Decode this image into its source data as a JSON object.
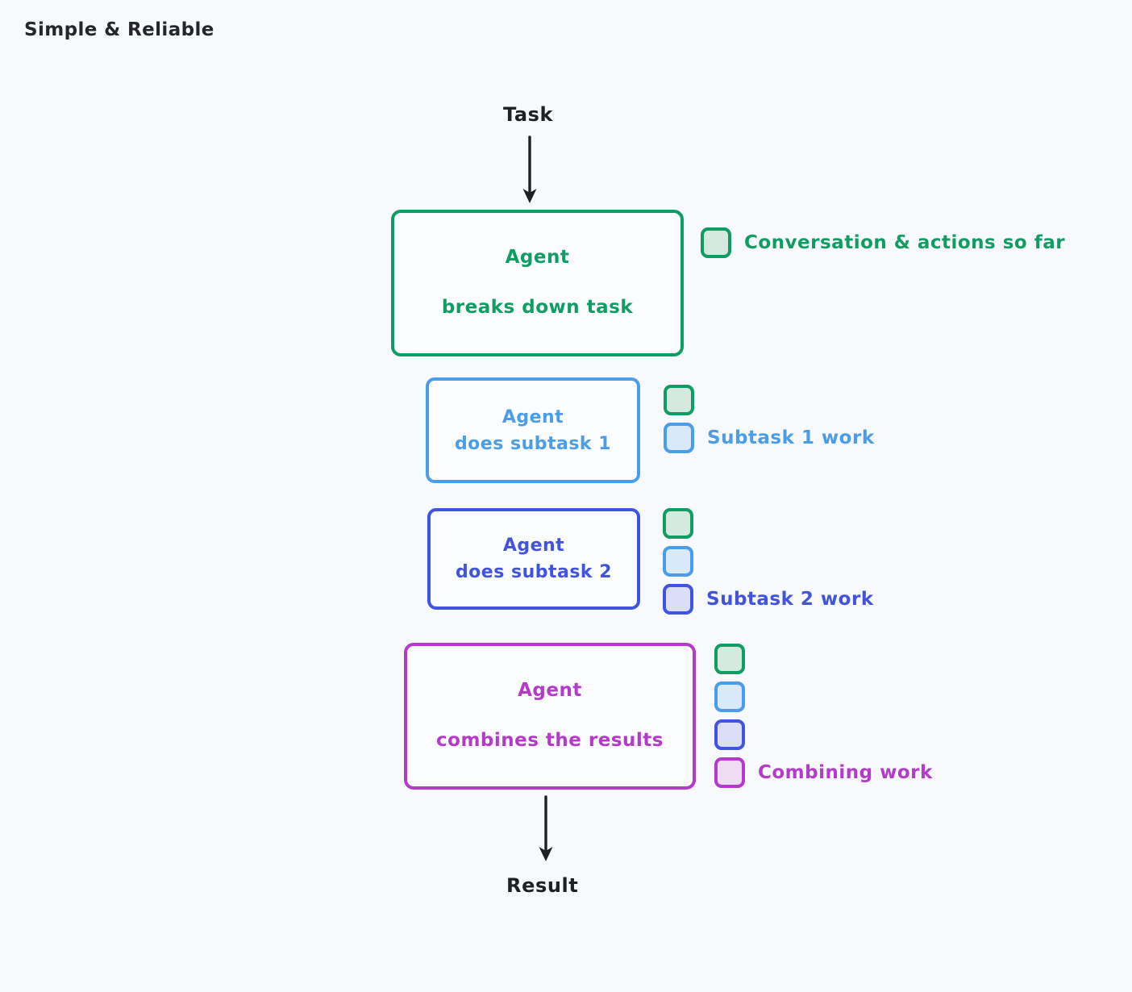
{
  "title": "Simple & Reliable",
  "colors": {
    "background": "#f8f9fc",
    "text": "#1f2023",
    "green": "#0f9d63",
    "green_fill": "#d6e9de",
    "blue": "#4a9de8",
    "blue_fill": "#d9e8fa",
    "indigo": "#4154e0",
    "indigo_fill": "#dbdef6",
    "purple": "#b43aca",
    "purple_fill": "#efdcf3",
    "arrow": "#1f2023"
  },
  "flow": {
    "input_label": "Task",
    "output_label": "Result"
  },
  "boxes": [
    {
      "id": "breakdown",
      "line1": "Agent",
      "line2": "breaks down task",
      "color": "#0f9d63"
    },
    {
      "id": "subtask1",
      "line1": "Agent",
      "line2": "does subtask 1",
      "color": "#4a9de8"
    },
    {
      "id": "subtask2",
      "line1": "Agent",
      "line2": "does subtask 2",
      "color": "#4154e0"
    },
    {
      "id": "combine",
      "line1": "Agent",
      "line2": "combines the results",
      "color": "#b43aca"
    }
  ],
  "legends": [
    {
      "id": "conversation",
      "label": "Conversation & actions so far",
      "label_color": "#0f9d63",
      "swatches": [
        "green"
      ]
    },
    {
      "id": "subtask1",
      "label": "Subtask 1 work",
      "label_color": "#4a9de8",
      "swatches": [
        "green",
        "blue"
      ]
    },
    {
      "id": "subtask2",
      "label": "Subtask 2 work",
      "label_color": "#4154e0",
      "swatches": [
        "green",
        "blue",
        "indigo"
      ]
    },
    {
      "id": "combining",
      "label": "Combining work",
      "label_color": "#b43aca",
      "swatches": [
        "green",
        "blue",
        "indigo",
        "purple"
      ]
    }
  ]
}
